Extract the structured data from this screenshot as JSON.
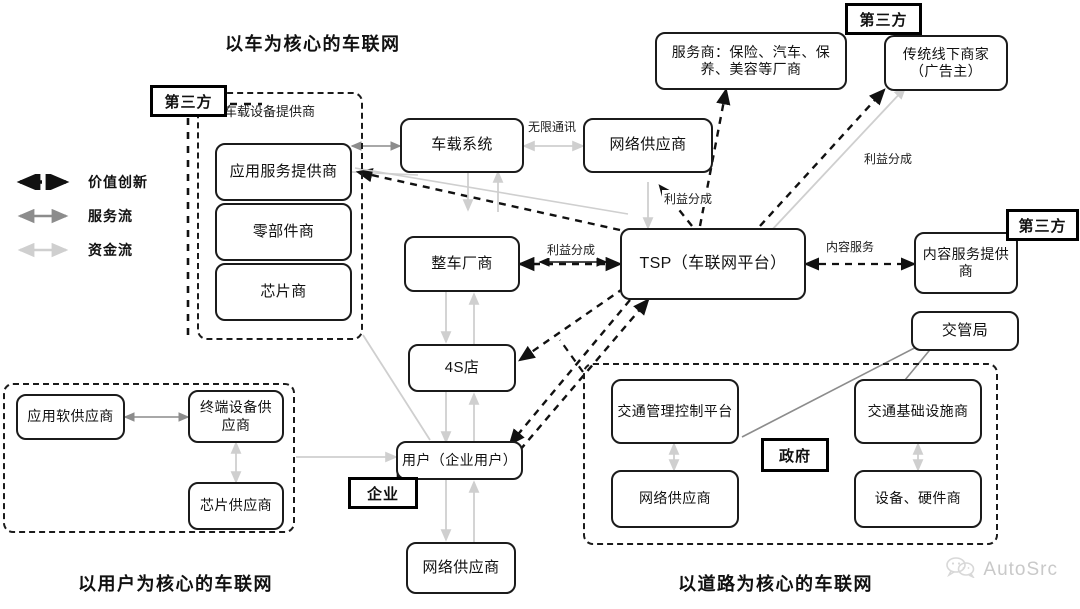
{
  "titles": {
    "car": "以车为核心的车联网",
    "user": "以用户为核心的车联网",
    "road": "以道路为核心的车联网"
  },
  "legend": {
    "items": [
      {
        "label": "价值创新",
        "style": "dashed-black",
        "color": "#111111"
      },
      {
        "label": "服务流",
        "style": "solid-arrow",
        "color": "#8c8c8c"
      },
      {
        "label": "资金流",
        "style": "solid-arrow",
        "color": "#cfcfcf"
      }
    ]
  },
  "tags": {
    "third_party_left": "第三方",
    "third_party_top": "第三方",
    "third_party_right": "第三方",
    "enterprise": "企业",
    "government": "政府"
  },
  "captions": {
    "onboard_device_supplier": "车载设备提供商"
  },
  "nodes": {
    "app_service_provider": "应用服务提供商",
    "parts_supplier": "零部件商",
    "chip_supplier": "芯片商",
    "onboard_system": "车载系统",
    "network_provider_top": "网络供应商",
    "service_providers": "服务商：保险、汽车、保养、美容等厂商",
    "offline_merchants": "传统线下商家（广告主）",
    "vehicle_manufacturer": "整车厂商",
    "dealer_4s": "4S店",
    "tsp": "TSP（车联网平台）",
    "content_service_provider": "内容服务提供商",
    "traffic_bureau": "交管局",
    "app_software_supplier": "应用软供应商",
    "terminal_device_supplier": "终端设备供应商",
    "chip_supplier_user": "芯片供应商",
    "user_enterprise": "用户（企业用户）",
    "network_provider_user": "网络供应商",
    "traffic_control_platform": "交通管理控制平台",
    "network_provider_road": "网络供应商",
    "traffic_infra_supplier": "交通基础设施商",
    "device_hardware_supplier": "设备、硬件商"
  },
  "edge_labels": {
    "wireless_comm": "无限通讯",
    "profit_share_network": "利益分成",
    "profit_share_ad": "利益分成",
    "profit_share_oem": "利益分成",
    "content_service": "内容服务"
  },
  "watermark": {
    "text": "AutoSrc",
    "icon": "wechat-icon"
  },
  "colors": {
    "ink": "#1b1b1b",
    "service_flow": "#8c8c8c",
    "money_flow": "#cfcfcf",
    "value_flow": "#111111",
    "watermark": "#c9c9c9"
  }
}
